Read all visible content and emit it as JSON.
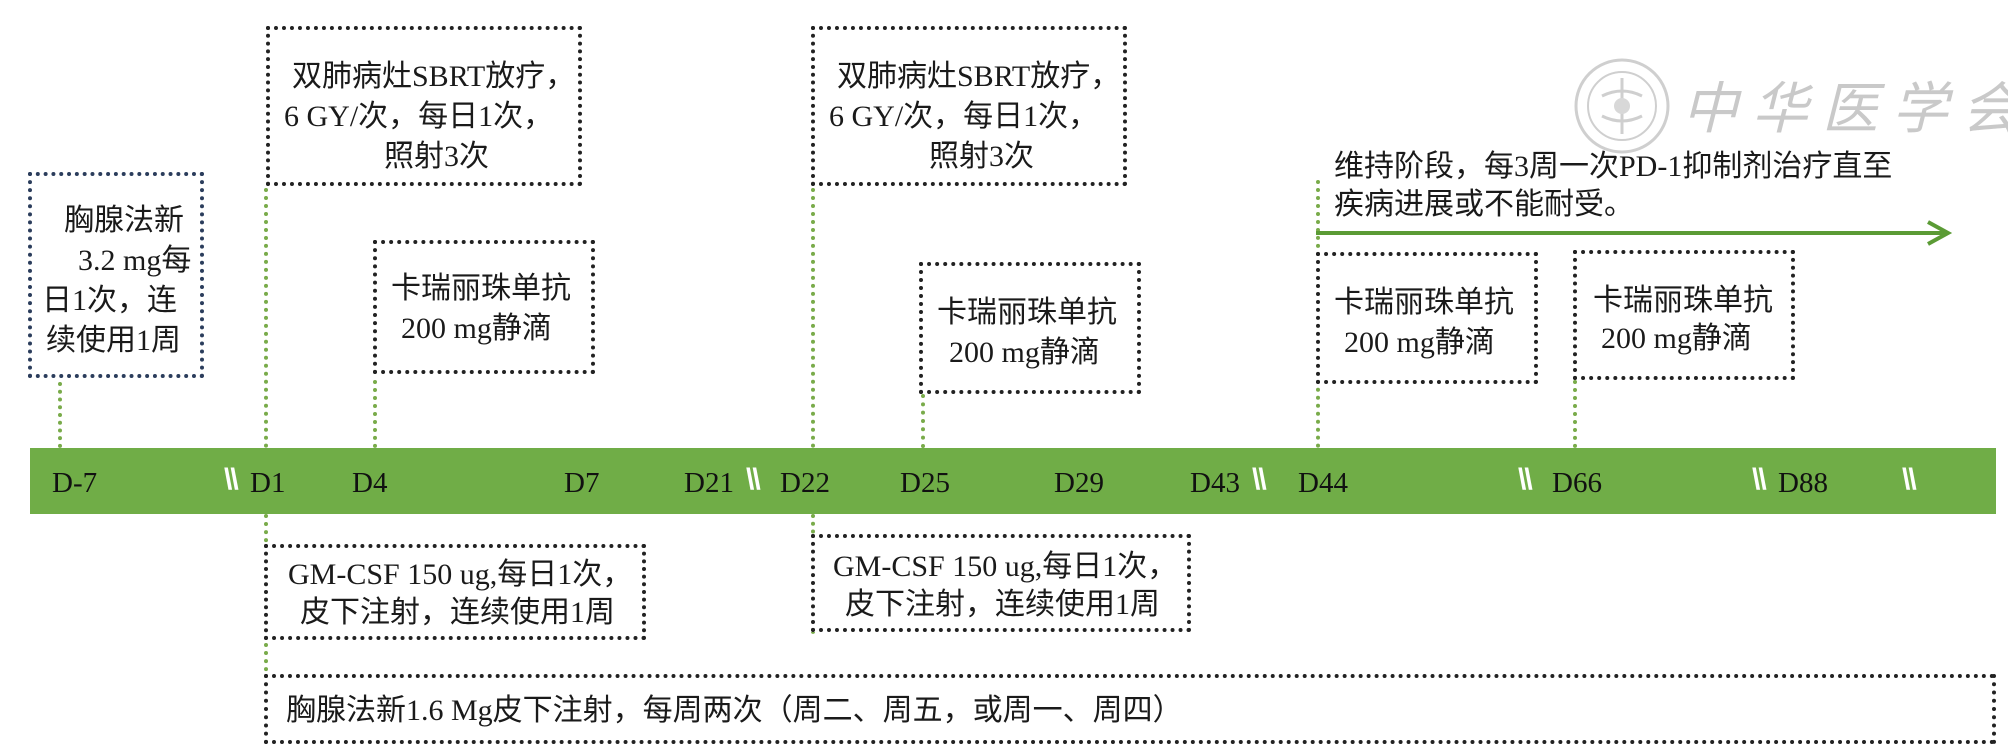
{
  "colors": {
    "bar": "#70ad47",
    "connector": "#79ab4a",
    "arrow": "#5b9b35",
    "box_border": "#222222",
    "blue_border": "#2b3d5c"
  },
  "boxes": {
    "thymalfasin_pre": [
      "胸腺法新",
      "3.2 mg每",
      "日1次，连",
      "续使用1周"
    ],
    "sbrt_1": [
      "双肺病灶SBRT放疗，",
      "6 GY/次，每日1次，",
      "照射3次"
    ],
    "camrelizumab_d4": [
      "卡瑞丽珠单抗",
      "200 mg静滴"
    ],
    "sbrt_2": [
      "双肺病灶SBRT放疗，",
      "6 GY/次，每日1次，",
      "照射3次"
    ],
    "camrelizumab_d25": [
      "卡瑞丽珠单抗",
      "200 mg静滴"
    ],
    "camrelizumab_d44": [
      "卡瑞丽珠单抗",
      "200 mg静滴"
    ],
    "camrelizumab_d66": [
      "卡瑞丽珠单抗",
      "200 mg静滴"
    ],
    "gmcsf_1": [
      "GM-CSF 150 ug,每日1次，",
      "皮下注射，连续使用1周"
    ],
    "gmcsf_2": [
      "GM-CSF 150 ug,每日1次，",
      "皮下注射，连续使用1周"
    ],
    "thymalfasin_maint": [
      "胸腺法新1.6 Mg皮下注射，每周两次（周二、周五，或周一、周四）"
    ]
  },
  "maintenance": [
    "维持阶段，每3周一次PD-1抑制剂治疗直至",
    "疾病进展或不能耐受。"
  ],
  "timeline": {
    "ticks": [
      "D-7",
      "D1",
      "D4",
      "D7",
      "D21",
      "D22",
      "D25",
      "D29",
      "D43",
      "D44",
      "D66",
      "D88"
    ],
    "break_mark": "\\\\"
  },
  "watermark": "中华医学会",
  "icons": {
    "seal": "chinese-medical-association-seal-icon",
    "arrow": "arrow-right-icon"
  }
}
